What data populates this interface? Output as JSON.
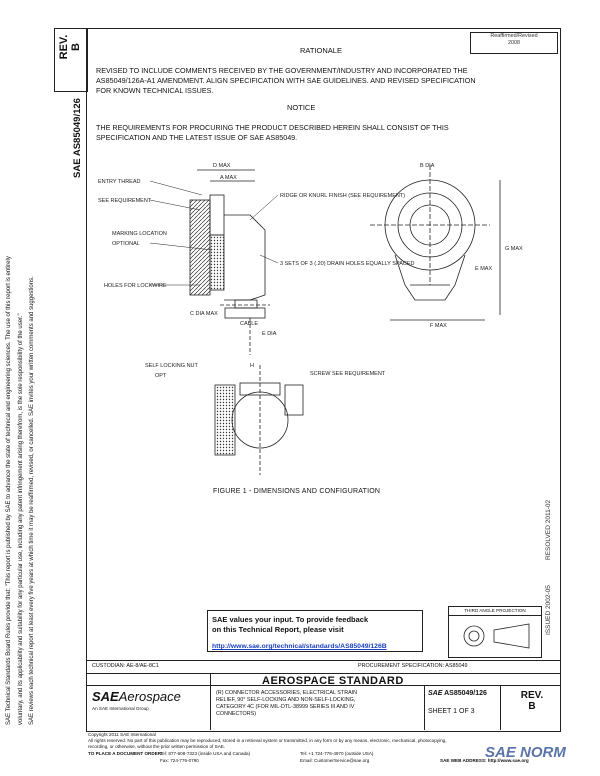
{
  "header": {
    "rev_label": "REV.",
    "rev_value": "B",
    "doc_number": "AS85049/126",
    "sae_mark": "SAE",
    "corner_note_line1": "Reaffirmed/Revised",
    "corner_note_line2": "2008"
  },
  "rationale": {
    "heading": "RATIONALE",
    "lines": [
      "REVISED TO INCLUDE COMMENTS RECEIVED BY THE GOVERNMENT/INDUSTRY AND INCORPORATED THE",
      "AS85049/126A-A1 AMENDMENT. ALIGN SPECIFICATION WITH SAE GUIDELINES. AND REVISED SPECIFICATION",
      "FOR KNOWN TECHNICAL ISSUES."
    ]
  },
  "notice": {
    "heading": "NOTICE",
    "lines": [
      "THE REQUIREMENTS FOR PROCURING THE PRODUCT DESCRIBED HEREIN SHALL CONSIST OF THIS",
      "SPECIFICATION AND THE LATEST ISSUE OF SAE AS85049."
    ]
  },
  "figure": {
    "caption": "FIGURE 1 - DIMENSIONS AND CONFIGURATION",
    "labels": {
      "dmax": "D MAX",
      "amax": "A MAX",
      "entry_thread": "ENTRY THREAD",
      "see_requirement": "SEE REQUIREMENT",
      "marking_location": "MARKING LOCATION",
      "optional": "OPTIONAL",
      "holes_for_lockwire": "HOLES FOR LOCKWIRE",
      "ridge_note": "RIDGE OR KNURL FINISH (SEE REQUIREMENT)",
      "drain_note": "3 SETS OF 3 (.20) DRAIN HOLES EQUALLY SPACED",
      "c_dia_max": "C DIA MAX",
      "b_dia": "B DIA",
      "f_max": "F MAX",
      "g_max": "G MAX",
      "e_max": "E MAX",
      "e_dia": "E DIA",
      "dim_note_1": "E DIA",
      "dim_note_2": "CABLE",
      "screw_label": "SCREW SEE REQUIREMENT",
      "self_locking": "SELF LOCKING NUT",
      "h_label": "H",
      "opt": "OPT"
    }
  },
  "feedback": {
    "line1": "SAE values your input. To provide feedback",
    "line2": "on this Technical Report, please visit",
    "link": "http://www.sae.org/technical/standards/AS85049/126B"
  },
  "third_angle": "THIRD ANGLE PROJECTION",
  "title_block": {
    "custodian": "CUSTODIAN: AE-8/AE-8C1",
    "procurement": "PROCUREMENT SPECIFICATION: AS85049",
    "standard_title": "AEROSPACE STANDARD",
    "logo_sae": "SAE",
    "logo_aerospace": "Aerospace",
    "logo_sub": "An SAE International Group",
    "description_lines": [
      "(R) CONNECTOR ACCESSORIES, ELECTRICAL STRAIN",
      "RELIEF, 90° SELF-LOCKING AND NON-SELF-LOCKING,",
      "CATEGORY 4C (FOR MIL-DTL-38999 SERIES III AND IV",
      "CONNECTORS)"
    ],
    "doc_number": "AS85049/126",
    "sheet": "SHEET 1 OF 3",
    "rev_label": "REV.",
    "rev_value": "B"
  },
  "footer": {
    "copyright_line": "Copyright 2011 SAE International",
    "rights_1": "All rights reserved. No part of this publication may be reproduced, stored in a retrieval system or transmitted, in any form or by any means, electronic, mechanical, photocopying,",
    "rights_2": "recording, or otherwise, without the prior written permission of SAE.",
    "order_label": "TO PLACE A DOCUMENT ORDER:",
    "phone1": "Tel: 877-606-7323 (inside USA and Canada)",
    "phone2": "Tel: +1 724-776-4970 (outside USA)",
    "fax": "Fax: 724-776-0790",
    "email": "Email: CustomerService@sae.org",
    "web": "SAE WEB ADDRESS: http://www.sae.org",
    "watermark": "SAE NORM"
  },
  "side_notes": {
    "left": [
      "SAE Technical Standards Board Rules provide that: \"This report is published by SAE to advance the state of technical and engineering sciences. The use of this report is entirely",
      "voluntary, and its applicability and suitability for any particular use, including any patent infringement arising therefrom, is the sole responsibility of the user.\"",
      "SAE reviews each technical report at least every five years at which time it may be reaffirmed, revised, or cancelled. SAE invites your written comments and suggestions."
    ],
    "right_top": "RESOLVED 2011-02",
    "right_bottom": "ISSUED 2002-05"
  }
}
